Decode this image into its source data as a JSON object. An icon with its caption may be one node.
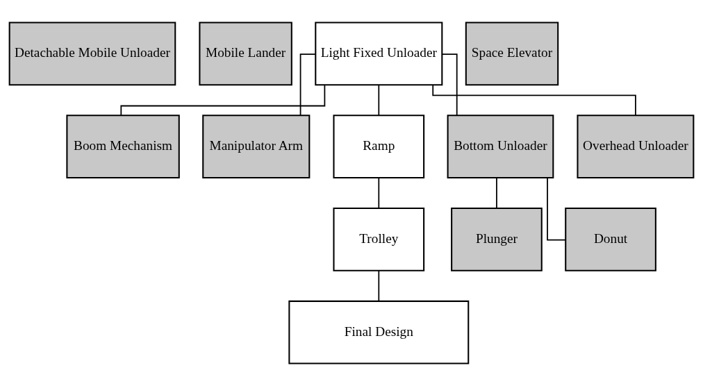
{
  "diagram": {
    "nodes": [
      {
        "text": [
          "Detachable Mobile Unloader"
        ]
      },
      {
        "text": [
          "Mobile Lander"
        ]
      },
      {
        "text": [
          "Light Fixed Unloader"
        ]
      },
      {
        "text": [
          "Space Elevator"
        ]
      },
      {
        "text": [
          "Boom Mechanism"
        ]
      },
      {
        "text": [
          "Manipulator Arm"
        ]
      },
      {
        "text": [
          "Ramp"
        ]
      },
      {
        "text": [
          "Bottom Unloader"
        ]
      },
      {
        "text": [
          "Overhead Unloader"
        ]
      },
      {
        "text": [
          "Trolley"
        ]
      },
      {
        "text": [
          "Plunger"
        ]
      },
      {
        "text": [
          "Donut"
        ]
      },
      {
        "text": [
          "Final Design"
        ]
      }
    ],
    "edges": [
      {
        "from": 2,
        "to": 4,
        "arrow": "none"
      },
      {
        "from": 2,
        "to": 5,
        "arrow": "none"
      },
      {
        "from": 2,
        "to": 6,
        "arrow": "none"
      },
      {
        "from": 2,
        "to": 7,
        "arrow": "none"
      },
      {
        "from": 2,
        "to": 8,
        "arrow": "none"
      },
      {
        "from": 6,
        "to": 9,
        "arrow": "none"
      },
      {
        "from": 7,
        "to": 10,
        "arrow": "none"
      },
      {
        "from": 7,
        "to": 11,
        "arrow": "none"
      },
      {
        "from": 9,
        "to": 12,
        "arrow": "none"
      }
    ]
  }
}
